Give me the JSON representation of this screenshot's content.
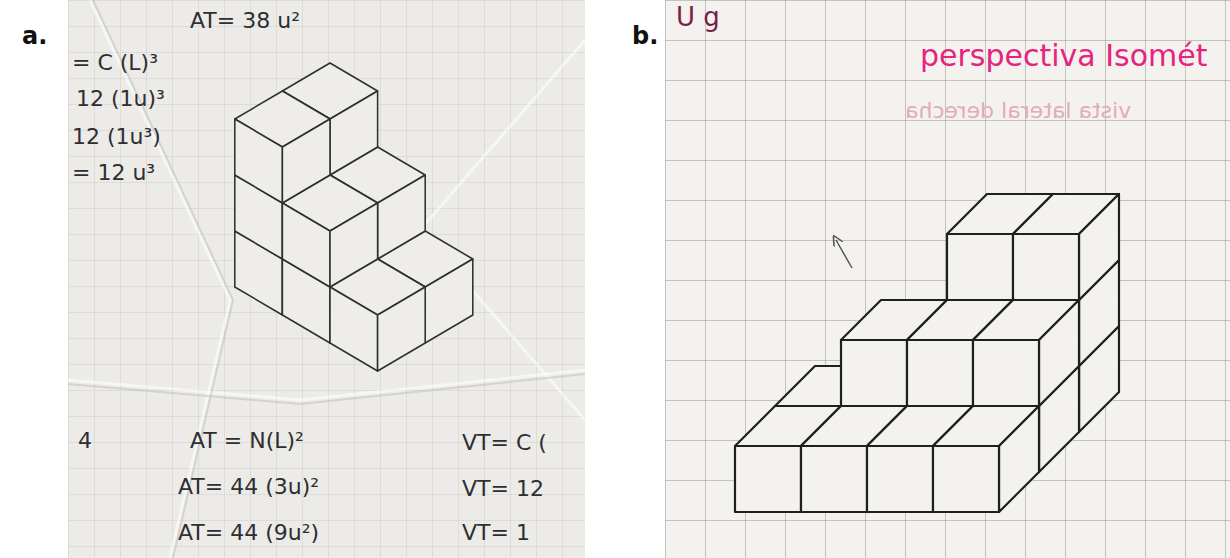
{
  "diagram": {
    "labels": [
      "a.",
      "AT= 38 u²",
      "= C (L)³",
      "12 (1u)³",
      "12 (1u³)",
      "= 12 u³",
      "4",
      "AT = N(L)²",
      "VT= C (",
      "AT= 44 (3u)²",
      "VT= 12",
      "AT= 44 (9u²)",
      "VT= 1",
      "b.",
      "U g",
      "perspectiva Isomét",
      "vista lateral derecha"
    ]
  }
}
